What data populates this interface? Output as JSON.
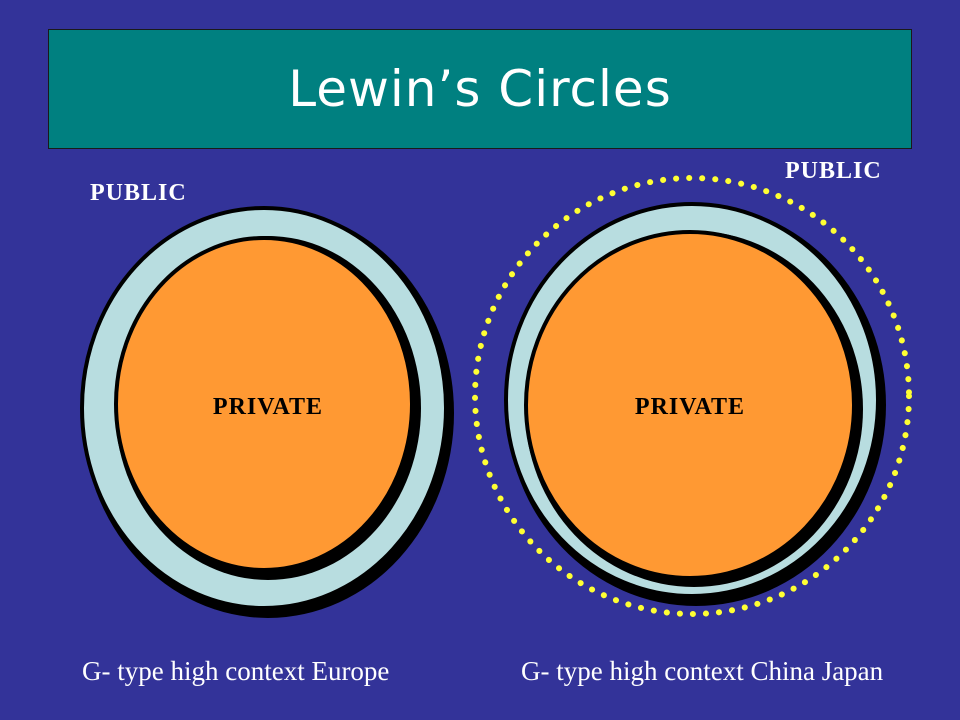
{
  "title": "Lewin’s Circles",
  "left": {
    "outer_label": "PUBLIC",
    "inner_label": "PRIVATE",
    "caption": "G- type high context Europe"
  },
  "right": {
    "outer_label": "PUBLIC",
    "inner_label": "PRIVATE",
    "caption": "G- type high context China Japan"
  },
  "colors": {
    "background": "#333399",
    "title_bar": "#008080",
    "public_ring": "#b8dde0",
    "private_core": "#ff9933",
    "dotted_boundary": "#ffff33"
  }
}
